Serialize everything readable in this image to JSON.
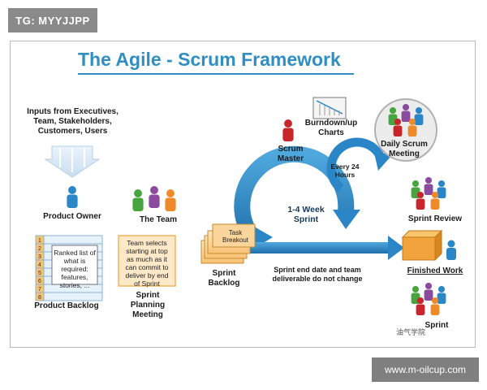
{
  "tag": "TG: MYYJJPP",
  "title": "The Agile - Scrum Framework",
  "labels": {
    "inputs": "Inputs from Executives, Team, Stakeholders, Customers, Users",
    "product_owner": "Product Owner",
    "the_team": "The Team",
    "scrum_master": "Scrum Master",
    "burndown": "Burndown/up Charts",
    "daily_scrum": "Daily Scrum Meeting",
    "every_24": "Every 24 Hours",
    "sprint": "1-4 Week Sprint",
    "product_backlog": "Product Backlog",
    "ranked_list": "Ranked list of what is required: features, stories, ...",
    "team_selects": "Team selects starting at top as much as it can commit to deliver by end of Sprint",
    "sprint_planning": "Sprint Planning Meeting",
    "task_breakout": "Task Breakout",
    "sprint_backlog": "Sprint Backlog",
    "sprint_end": "Sprint end date and team deliverable do not change",
    "sprint_review": "Sprint Review",
    "finished_work": "Finished Work",
    "sprint_retro": "Sprint"
  },
  "backlog_numbers": [
    "1",
    "2",
    "3",
    "4",
    "5",
    "6",
    "7",
    "8"
  ],
  "watermark": "油气学院",
  "url": "www.m-oilcup.com",
  "colors": {
    "title": "#2f8fc2",
    "arrow": "#2a86c6",
    "person_red": "#c8262b",
    "person_blue": "#2a86c6",
    "person_green": "#46a53e",
    "person_purple": "#8a4a9e",
    "person_orange": "#ef8a2b",
    "box_orange": "#f3a33b"
  },
  "icons": [
    "person-icon",
    "burndown-chart-icon",
    "box-icon",
    "down-arrows-icon"
  ]
}
